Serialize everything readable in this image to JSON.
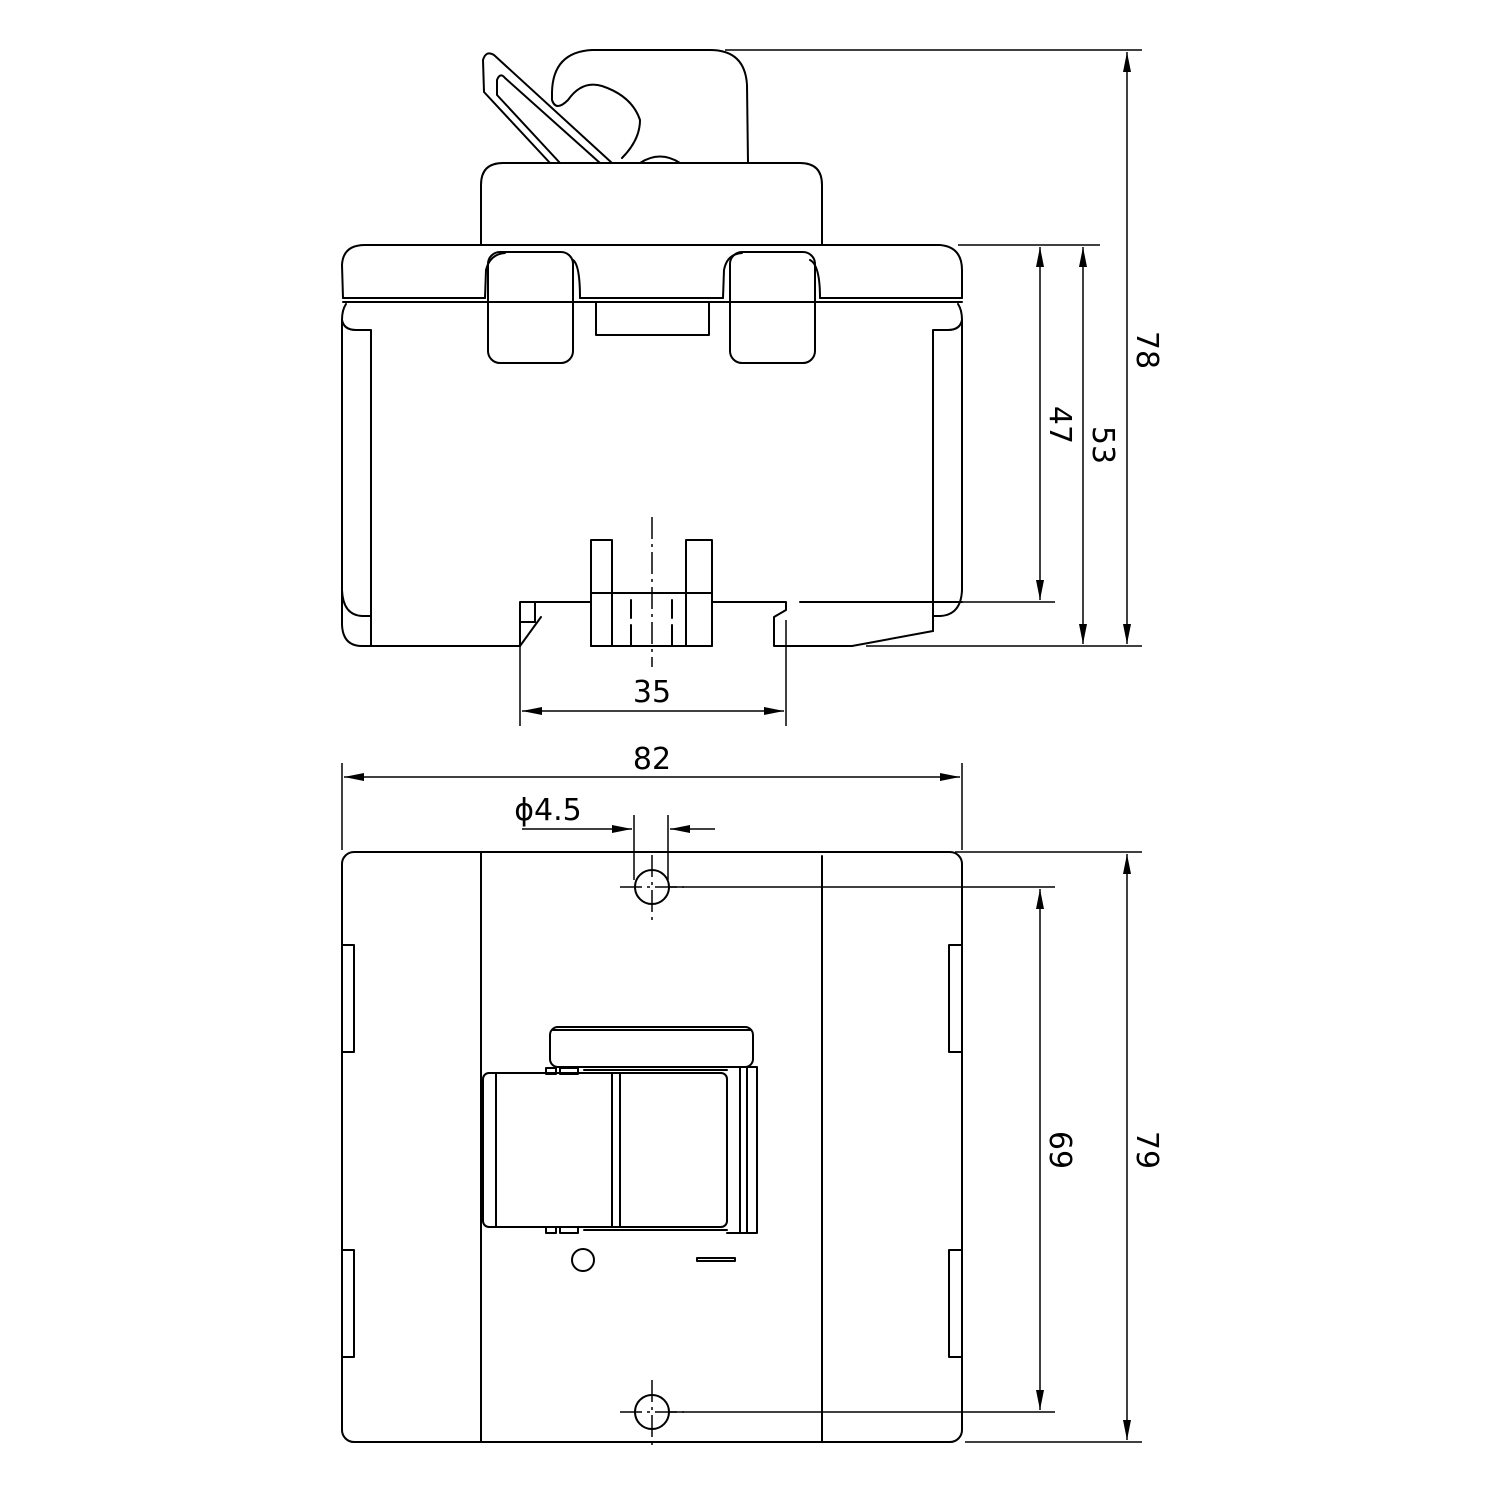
{
  "drawing": {
    "top_view": {
      "dimensions": {
        "total_height": "78",
        "body_height": "53",
        "inner_height": "47",
        "rail_width": "35"
      }
    },
    "front_view": {
      "dimensions": {
        "width": "82",
        "hole_diameter": "ϕ4.5",
        "hole_spacing": "69",
        "height": "79"
      }
    }
  }
}
